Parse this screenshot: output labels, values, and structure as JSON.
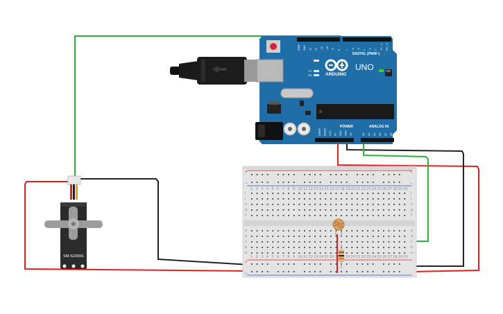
{
  "arduino": {
    "brand": "ARDUINO",
    "model": "UNO",
    "digital_label": "DIGITAL (PWM~)",
    "power_label": "POWER",
    "analog_label": "ANALOG IN",
    "on_label": "ON",
    "tx_label": "TX",
    "rx_label": "RX",
    "digital_pins": [
      "AREF",
      "GND",
      "13",
      "12",
      "~11",
      "~10",
      "~9",
      "8",
      "7",
      "~6",
      "~5",
      "4",
      "~3",
      "2",
      "TX→1",
      "RX←0"
    ],
    "power_pins": [
      "IOREF",
      "RESET",
      "3.3V",
      "5V",
      "GND",
      "GND",
      "Vin"
    ],
    "analog_pins": [
      "A0",
      "A1",
      "A2",
      "A3",
      "A4",
      "A5"
    ],
    "colors": {
      "board": "#1f6ea8",
      "board_dark": "#17598a"
    }
  },
  "servo": {
    "label": "SM-S2309S",
    "color": "#2b2b2b"
  },
  "breadboard": {
    "row_letters_top": [
      "j",
      "i",
      "h",
      "g",
      "f"
    ],
    "row_letters_bottom": [
      "e",
      "d",
      "c",
      "b",
      "a"
    ],
    "column_numbers": [
      "1",
      "2",
      "3",
      "4",
      "5",
      "6",
      "7",
      "8",
      "9",
      "10",
      "11",
      "12",
      "13",
      "14",
      "15",
      "16",
      "17",
      "18",
      "19",
      "20",
      "21",
      "22",
      "23",
      "24",
      "25",
      "26",
      "27",
      "28",
      "29",
      "30"
    ],
    "rail_plus": "+",
    "rail_minus": "−"
  },
  "wires": {
    "colors": {
      "red": "#e02020",
      "black": "#222222",
      "green": "#2fae3c"
    }
  },
  "icons": {
    "usb": "usb-cable-icon",
    "reset": "reset-button-icon",
    "power_jack": "dc-jack-icon",
    "logo": "arduino-infinity-logo-icon"
  }
}
